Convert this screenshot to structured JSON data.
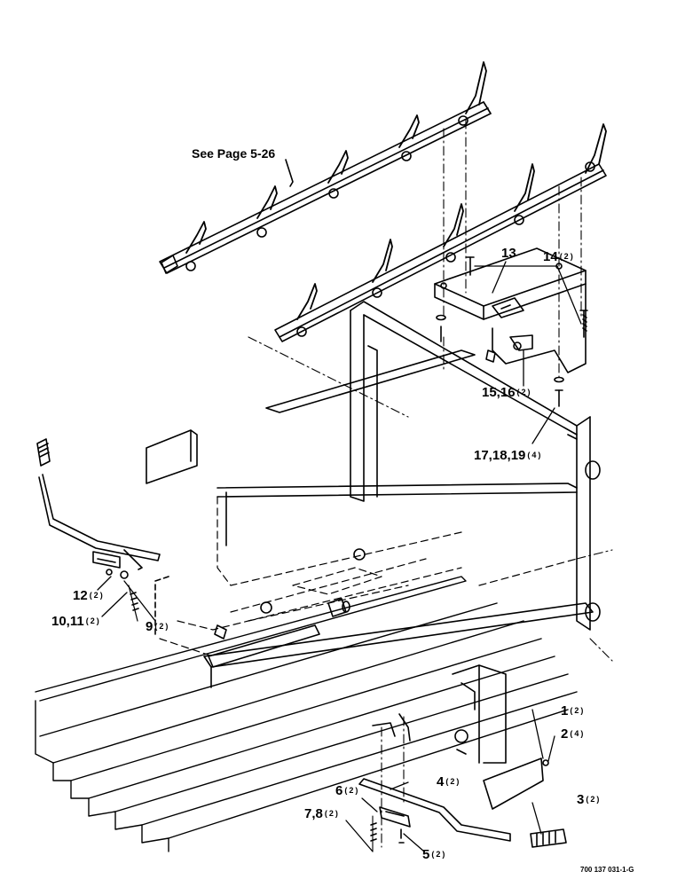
{
  "see_page": "See Page 5-26",
  "drawing_ref": "700 137 031-1-G",
  "callouts": {
    "c13": {
      "num": "13",
      "qty": ""
    },
    "c14": {
      "num": "14",
      "qty": "(2)"
    },
    "c15": {
      "num": "15,16",
      "qty": "(2)"
    },
    "c17": {
      "num": "17,18,19",
      "qty": "(4)"
    },
    "c12": {
      "num": "12",
      "qty": "(2)"
    },
    "c10": {
      "num": "10,11",
      "qty": "(2)"
    },
    "c9": {
      "num": "9",
      "qty": "(2)"
    },
    "c1": {
      "num": "1",
      "qty": "(2)"
    },
    "c2": {
      "num": "2",
      "qty": "(4)"
    },
    "c4": {
      "num": "4",
      "qty": "(2)"
    },
    "c3": {
      "num": "3",
      "qty": "(2)"
    },
    "c6": {
      "num": "6",
      "qty": "(2)"
    },
    "c7": {
      "num": "7,8",
      "qty": "(2)"
    },
    "c5": {
      "num": "5",
      "qty": "(2)"
    }
  }
}
